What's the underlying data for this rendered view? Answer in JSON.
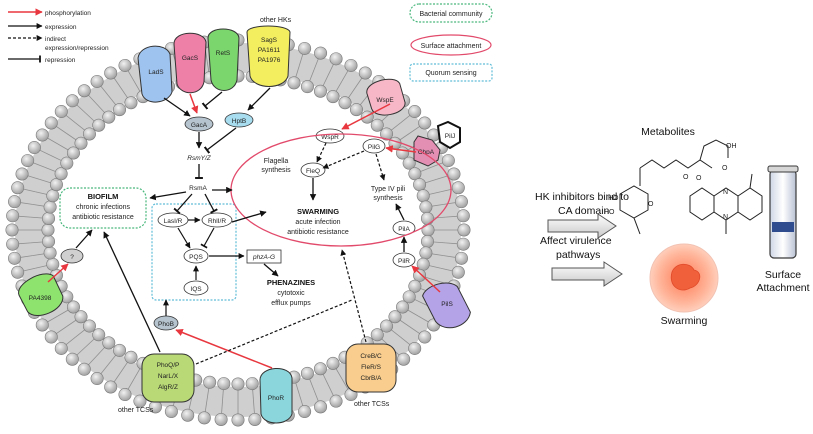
{
  "legend": {
    "phosphorylation": "phosphorylation",
    "expression": "expression",
    "indirect_line1": "indirect",
    "indirect_line2": "expression/repression",
    "repression": "repression"
  },
  "categories": {
    "community": "Bacterial community",
    "surface": "Surface attachment",
    "quorum": "Quorum sensing"
  },
  "kinases": {
    "lads": "LadS",
    "gacs": "GacS",
    "rets": "RetS",
    "other_hks": "other HKs",
    "sags": [
      "SagS",
      "PA1611",
      "PA1976"
    ],
    "wspe": "WspE",
    "pilj": "PilJ",
    "chpa": "ChpA",
    "pa4398": "PA4398",
    "pils": "PilS",
    "phor": "PhoR",
    "left_tcs": [
      "PhoQ/P",
      "NarL/X",
      "AlgR/Z"
    ],
    "left_tcs_caption": "other TCSs",
    "right_tcs": [
      "CreB/C",
      "FleR/S",
      "CbrB/A"
    ],
    "right_tcs_caption": "other TCSs"
  },
  "network": {
    "gaca": "GacA",
    "hptb": "HptB",
    "rsmyz": "RsmY/Z",
    "rsma": "RsmA",
    "wspr": "WspR",
    "pilg": "PilG",
    "fleq": "FleQ",
    "flagella_line1": "Flagella",
    "flagella_line2": "synthesis",
    "pili_line1": "Type IV pili",
    "pili_line2": "synthesis",
    "pila": "PilA",
    "pilr": "PilR",
    "lasi": "LasI/R",
    "rhli": "RhlI/R",
    "pqs": "PQS",
    "iqs": "IQS",
    "phzag": "phzA-G",
    "phob": "PhoB",
    "unknown": "?"
  },
  "outputs": {
    "biofilm_title": "BIOFILM",
    "biofilm_line1": "chronic infections",
    "biofilm_line2": "antibiotic resistance",
    "swarming_title": "SWARMING",
    "swarming_line1": "acute infection",
    "swarming_line2": "antibiotic resistance",
    "phenazines_title": "PHENAZINES",
    "phenazines_line1": "cytotoxic",
    "phenazines_line2": "efflux pumps"
  },
  "right_panel": {
    "metabolites": "Metabolites",
    "inhibitors_line1": "HK inhibitors bind to",
    "inhibitors_line2": "CA domain",
    "virulence_line1": "Affect virulence",
    "virulence_line2": "pathways",
    "swarming": "Swarming",
    "surface_line1": "Surface",
    "surface_line2": "Attachment"
  },
  "colors": {
    "red": "#e8373f",
    "lads": "#9ec3ee",
    "gacs": "#ee80a8",
    "rets": "#7bd66d",
    "sags": "#f3ee60",
    "wspe": "#f7b7c7",
    "pa4398": "#8ee36f",
    "pils": "#b4a3e6",
    "phor": "#8ad6dc",
    "left_tcs": "#b9d976",
    "right_tcs": "#f8cd8d",
    "community": "#49b77c",
    "surface": "#e24a6b",
    "quorum": "#61bdd8"
  }
}
